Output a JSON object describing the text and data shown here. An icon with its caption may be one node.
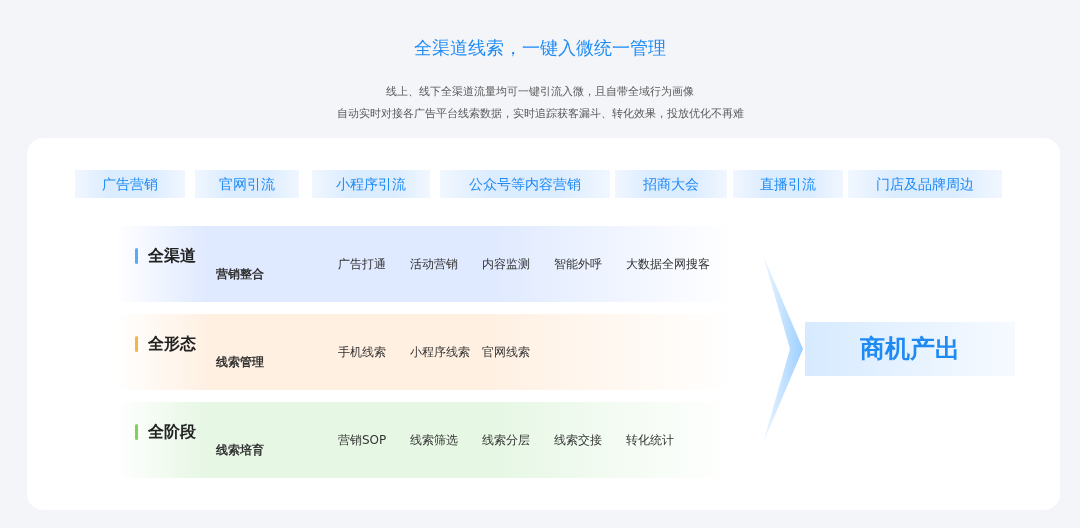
{
  "diagram": {
    "title": "全渠道线索，一键入微统一管理",
    "nodes": [
      {
        "text": [
          "广告营销"
        ]
      },
      {
        "text": [
          "官网引流"
        ]
      },
      {
        "text": [
          "小程序引流"
        ]
      },
      {
        "text": [
          "公众号等内容营销"
        ]
      },
      {
        "text": [
          "招商大会"
        ]
      },
      {
        "text": [
          "直播引流"
        ]
      },
      {
        "text": [
          "门店及品牌周边"
        ]
      },
      {
        "text": [
          "全渠道",
          "营销整合",
          "广告打通",
          "活动营销",
          "内容监测",
          "智能外呼",
          "大数据全网搜客"
        ]
      },
      {
        "text": [
          "全形态",
          "线索管理",
          "手机线索",
          "小程序线索",
          "官网线索"
        ]
      },
      {
        "text": [
          "全阶段",
          "线索培育",
          "营销SOP",
          "线索筛选",
          "线索分层",
          "线索交接",
          "转化统计"
        ]
      },
      {
        "text": [
          "商机产出"
        ]
      }
    ],
    "edges": [
      {
        "from": 7,
        "to": 10,
        "arrow": "to"
      },
      {
        "from": 8,
        "to": 10,
        "arrow": "to"
      },
      {
        "from": 9,
        "to": 10,
        "arrow": "to"
      }
    ],
    "labels": [
      "线上、线下全渠道流量均可一键引流入微，且自带全域行为画像",
      "自动实时对接各广告平台线索数据，实时追踪获客漏斗、转化效果，投放优化不再难"
    ]
  }
}
